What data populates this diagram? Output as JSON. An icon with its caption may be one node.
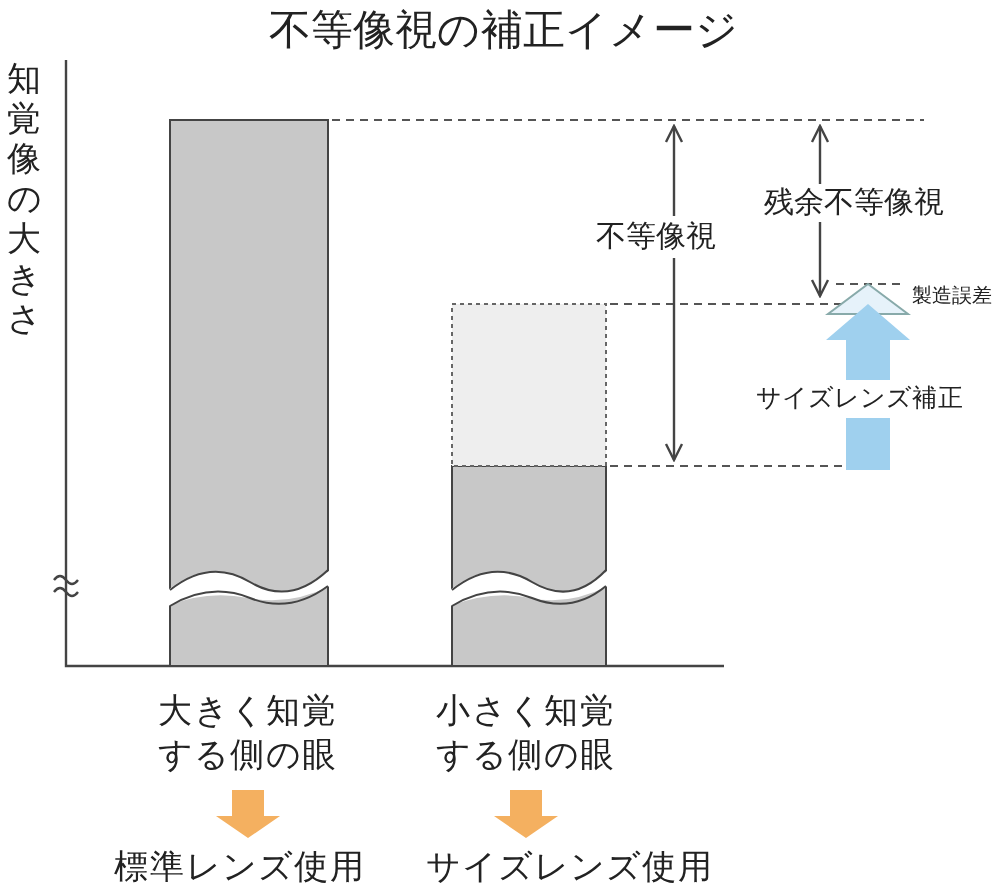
{
  "diagram": {
    "title": "不等像視の補正イメージ",
    "nodes": [
      {
        "text": [
          "大きく知覚する側の眼"
        ]
      },
      {
        "text": [
          "小さく知覚する側の眼"
        ]
      },
      {
        "text": [
          "標準レンズ使用"
        ]
      },
      {
        "text": [
          "サイズレンズ使用"
        ]
      }
    ],
    "edges": [
      {
        "from": 0,
        "to": 2,
        "arrow": "to",
        "color": "#f4b060"
      },
      {
        "from": 1,
        "to": 3,
        "arrow": "to",
        "color": "#f4b060"
      }
    ],
    "labels": [
      "知覚像の大きさ",
      "不等像視",
      "残余不等像視",
      "製造誤差",
      "サイズレンズ補正"
    ]
  }
}
